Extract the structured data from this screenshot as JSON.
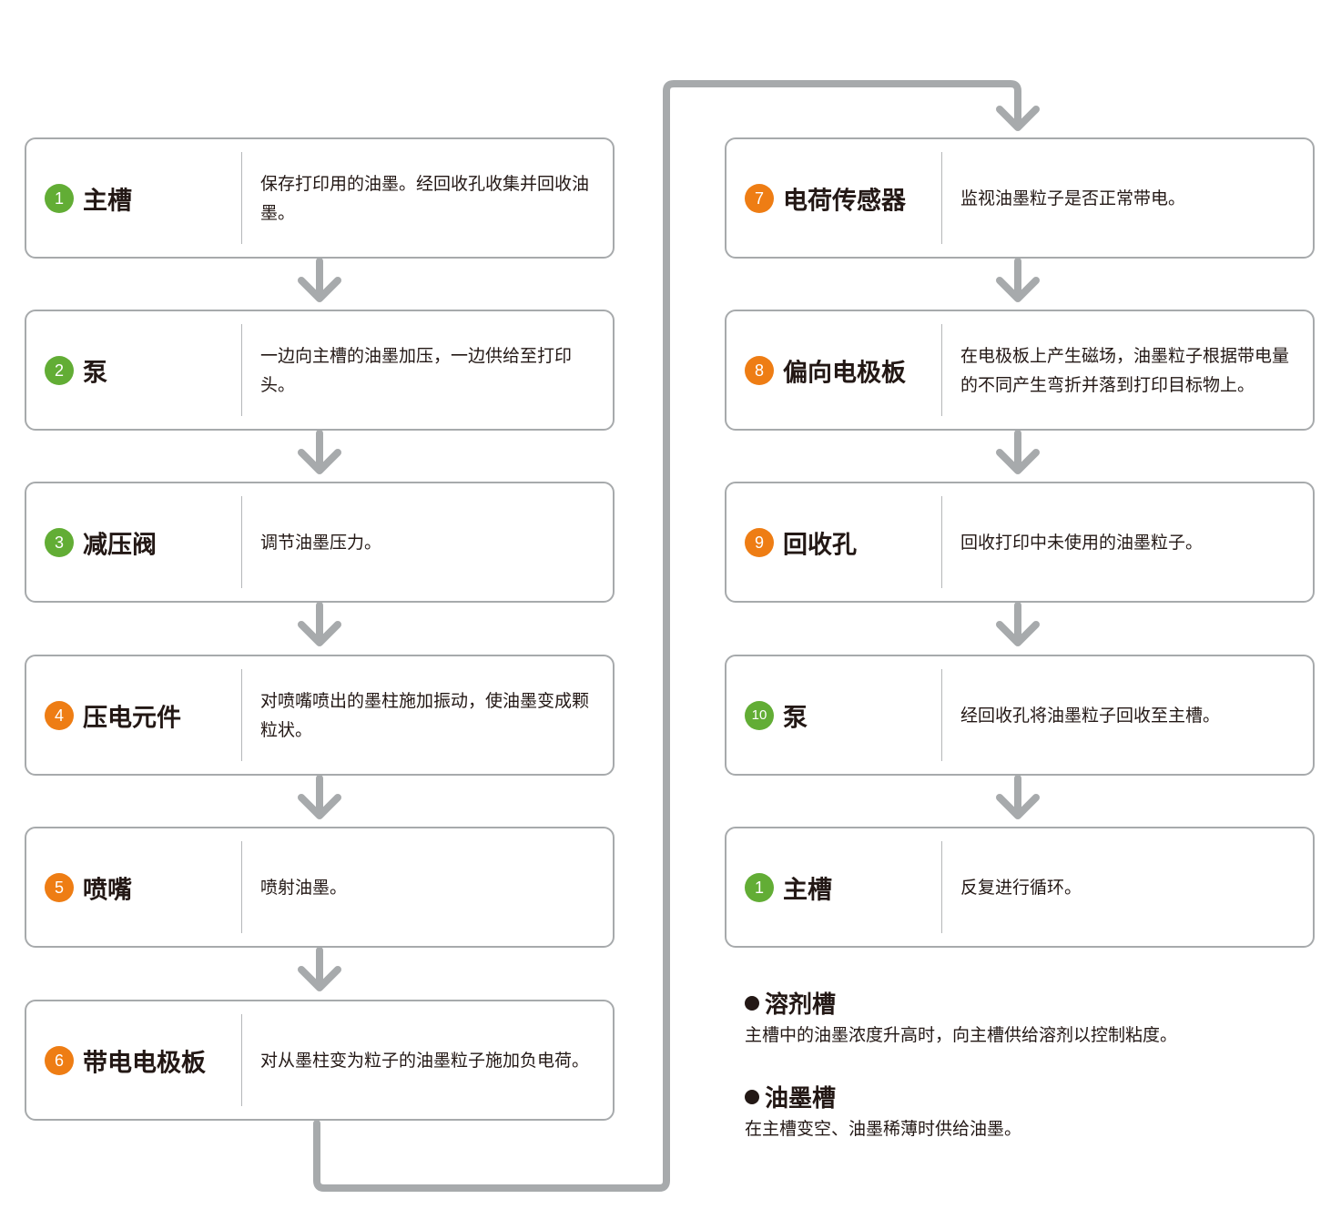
{
  "colors": {
    "green": "#62ad35",
    "orange": "#ee7d14",
    "connector": "#a7aaac"
  },
  "steps": [
    {
      "num": "1",
      "name": "主槽",
      "desc": "保存打印用的油墨。经回收孔收集并回收油墨。",
      "badge_color": "green"
    },
    {
      "num": "2",
      "name": "泵",
      "desc": "一边向主槽的油墨加压，一边供给至打印头。",
      "badge_color": "green"
    },
    {
      "num": "3",
      "name": "减压阀",
      "desc": "调节油墨压力。",
      "badge_color": "green"
    },
    {
      "num": "4",
      "name": "压电元件",
      "desc": "对喷嘴喷出的墨柱施加振动，使油墨变成颗粒状。",
      "badge_color": "orange"
    },
    {
      "num": "5",
      "name": "喷嘴",
      "desc": "喷射油墨。",
      "badge_color": "orange"
    },
    {
      "num": "6",
      "name": "带电电极板",
      "desc": "对从墨柱变为粒子的油墨粒子施加负电荷。",
      "badge_color": "orange"
    },
    {
      "num": "7",
      "name": "电荷传感器",
      "desc": "监视油墨粒子是否正常带电。",
      "badge_color": "orange"
    },
    {
      "num": "8",
      "name": "偏向电极板",
      "desc": "在电极板上产生磁场，油墨粒子根据带电量的不同产生弯折并落到打印目标物上。",
      "badge_color": "orange"
    },
    {
      "num": "9",
      "name": "回收孔",
      "desc": "回收打印中未使用的油墨粒子。",
      "badge_color": "orange"
    },
    {
      "num": "10",
      "name": "泵",
      "desc": "经回收孔将油墨粒子回收至主槽。",
      "badge_color": "green"
    },
    {
      "num": "1",
      "name": "主槽",
      "desc": "反复进行循环。",
      "badge_color": "green"
    }
  ],
  "notes": [
    {
      "title": "溶剂槽",
      "text": "主槽中的油墨浓度升高时，向主槽供给溶剂以控制粘度。"
    },
    {
      "title": "油墨槽",
      "text": "在主槽变空、油墨稀薄时供给油墨。"
    }
  ]
}
